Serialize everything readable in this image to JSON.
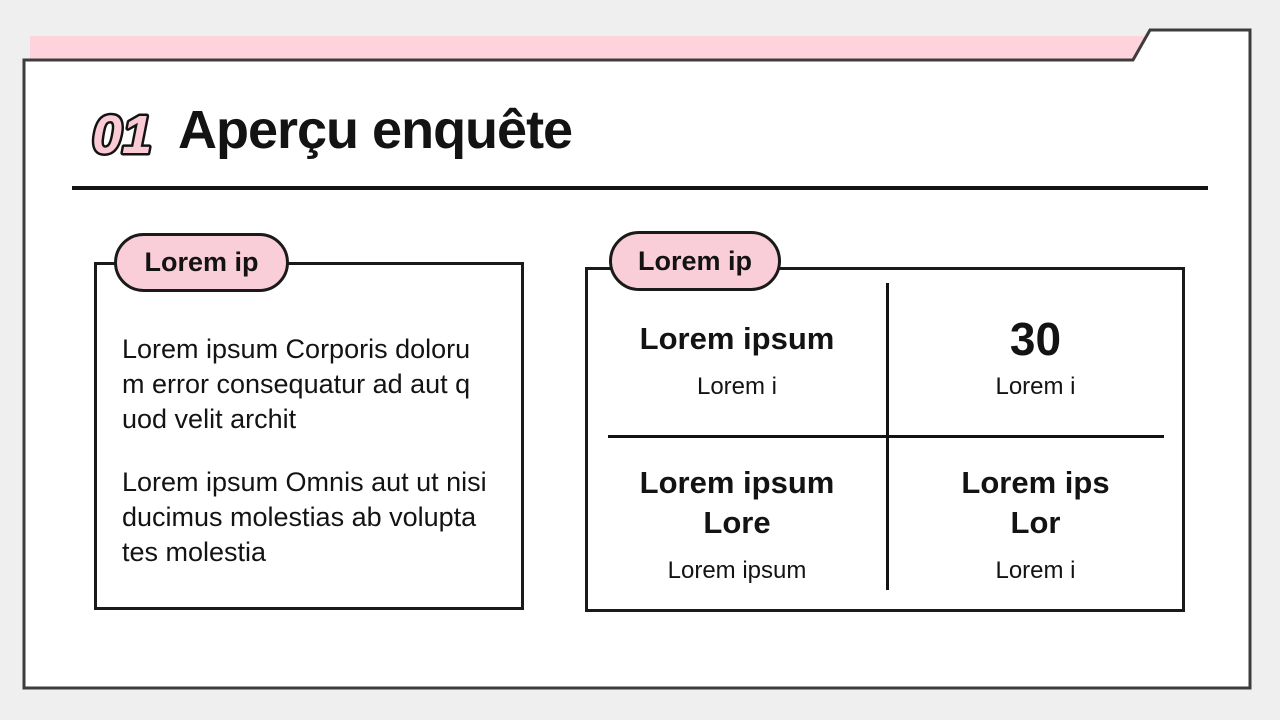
{
  "slide": {
    "background": "#efeff0",
    "panel_fill": "#ffffff",
    "frame_border": "#3d3d3d",
    "ink": "#131313",
    "accent_pink": "#ffd3dc",
    "pill_pink": "#f9ced8",
    "number_pink": "#fbcbd5"
  },
  "header": {
    "number": "01",
    "title": "Aperçu enquête"
  },
  "left_card": {
    "tag": "Lorem ip",
    "paragraphs": [
      {
        "lines": [
          "Lorem ipsum Corporis doloru",
          "m error consequatur ad aut q",
          "uod velit archit"
        ]
      },
      {
        "lines": [
          "Lorem ipsum Omnis aut ut nisi",
          "ducimus molestias ab volupta",
          "tes molestia"
        ]
      }
    ]
  },
  "right_card": {
    "tag": "Lorem ip",
    "table": {
      "cells": [
        {
          "title_lines": [
            "Lorem ipsum"
          ],
          "subtitle": "Lorem i"
        },
        {
          "title_lines": [
            "30"
          ],
          "subtitle": "Lorem i",
          "emphasis": "number"
        },
        {
          "title_lines": [
            "Lorem ipsum",
            "Lore"
          ],
          "subtitle": "Lorem ipsum"
        },
        {
          "title_lines": [
            "Lorem ips",
            "Lor"
          ],
          "subtitle": "Lorem i"
        }
      ]
    }
  }
}
